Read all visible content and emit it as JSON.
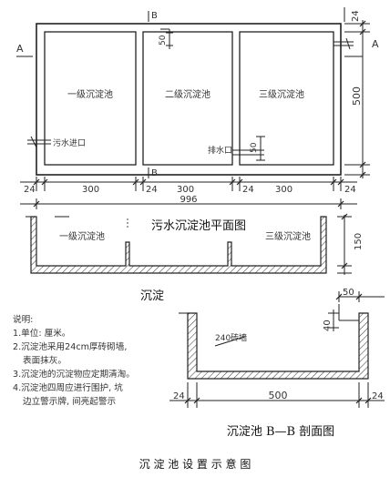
{
  "plan": {
    "title": "污水沉淀池平面图",
    "section_a_left": "A",
    "section_a_right": "A",
    "section_b_top": "B",
    "section_b_bottom": "B",
    "tanks": [
      "一级沉淀池",
      "二级沉淀池",
      "三级沉淀池"
    ],
    "inlet_label": "污水进口",
    "outlet_label": "排水口",
    "dims": {
      "wall": "24",
      "tank": "300",
      "total": "996",
      "height": "500",
      "pipe": "50"
    }
  },
  "section_aa": {
    "title_partial": "沉淀",
    "tanks": [
      "一级沉淀池",
      "三级沉淀池"
    ],
    "height": "150"
  },
  "section_bb": {
    "title": "沉淀池 B—B 剖面图",
    "wall_label": "240砖墙",
    "dims": {
      "top_width": "50",
      "depth": "40",
      "wall": "24",
      "width": "500"
    }
  },
  "notes": {
    "heading": "说明:",
    "items": [
      "1.单位: 厘米。",
      "2.沉淀池采用24cm厚砖砌墙,",
      "表面抹灰。",
      "3.沉淀池的沉淀物应定期清淘。",
      "4.沉淀池四周应进行围护, 坑",
      "边立警示牌, 间亮起警示"
    ]
  },
  "caption": "沉 淀 池 设 置 示 意 图"
}
